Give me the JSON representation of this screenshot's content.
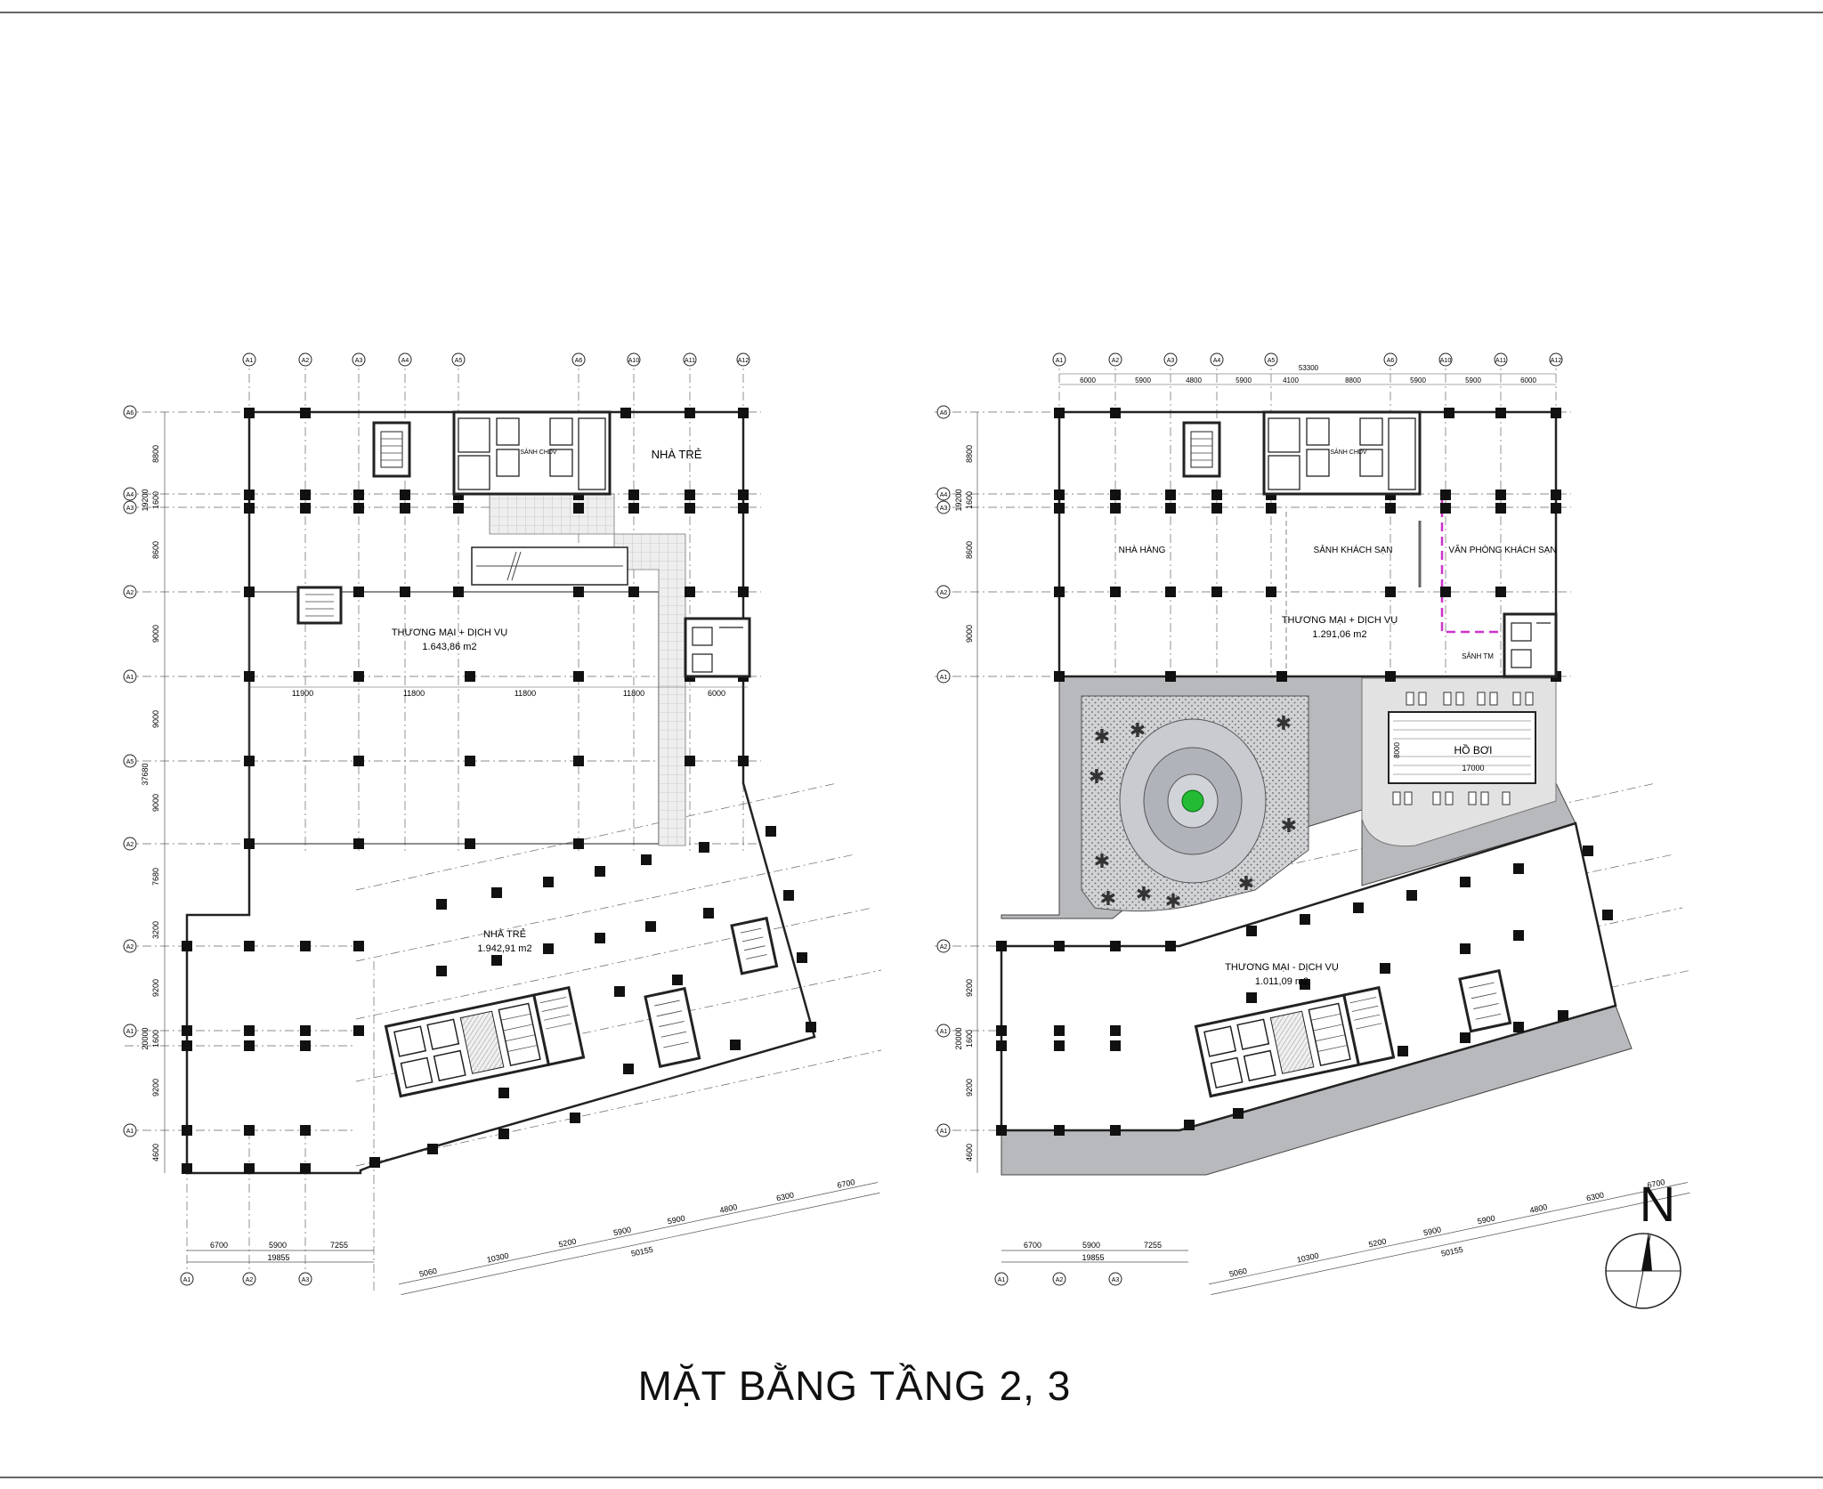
{
  "title": "MẶT BẰNG TẦNG 2, 3",
  "north_label": "N",
  "axis_labels": {
    "top": [
      "A1",
      "A2",
      "A3",
      "A4",
      "A5",
      "A6",
      "A10",
      "A11",
      "A12"
    ],
    "left": [
      "A6",
      "A4",
      "A3",
      "A2",
      "A1",
      "A5",
      "A2",
      "A2",
      "A1",
      "A1"
    ]
  },
  "left_plan": {
    "zones": {
      "top_right_room": "NHÀ TRẺ",
      "lobby": "SẢNH CHDV",
      "main_name": "THƯƠNG MẠI + DỊCH VỤ",
      "main_area": "1.643,86 m2",
      "lower_name": "NHÀ TRẺ",
      "lower_area": "1.942,91 m2"
    },
    "left_dims": [
      "8800",
      "1600",
      "19200",
      "8600",
      "9000",
      "9000",
      "37680",
      "9000",
      "7680",
      "3200",
      "9200",
      "1600",
      "20000",
      "9200",
      "4600"
    ],
    "bay_dims": [
      "11900",
      "11800",
      "11800",
      "11800",
      "6000"
    ],
    "bottom_dims": [
      "6700",
      "5900",
      "7255"
    ],
    "bottom_total": "19855",
    "diag_dims": [
      "5060",
      "10300",
      "5200",
      "5900",
      "5900",
      "4800",
      "6300",
      "6700"
    ],
    "diag_total": "50155"
  },
  "right_plan": {
    "overall_dim": "53300",
    "top_dims": [
      "6000",
      "5900",
      "4800",
      "5900",
      "4100",
      "8800",
      "5900",
      "5900",
      "6000"
    ],
    "zones": {
      "lobby": "SẢNH CHDV",
      "restaurant": "NHÀ HÀNG",
      "hotel_lobby": "SẢNH KHÁCH SẠN",
      "hotel_office": "VĂN PHÒNG KHÁCH SẠN",
      "main_name": "THƯƠNG MẠI + DỊCH VỤ",
      "main_area": "1.291,06 m2",
      "tm_lobby": "SẢNH TM",
      "pool": "HỒ BƠI",
      "pool_len": "17000",
      "pool_wid": "8000",
      "lower_name": "THƯƠNG MẠI - DỊCH VỤ",
      "lower_area": "1.011,09 m2"
    },
    "left_dims": [
      "8800",
      "1600",
      "19200",
      "8600",
      "9000",
      "9200",
      "1600",
      "20000",
      "9200",
      "4600"
    ],
    "bottom_dims": [
      "6700",
      "5900",
      "7255"
    ],
    "bottom_total": "19855",
    "diag_dims": [
      "5060",
      "10300",
      "5200",
      "5900",
      "5900",
      "4800",
      "6300",
      "6700"
    ],
    "diag_total": "50155"
  },
  "colors": {
    "line": "#222222",
    "paving": "#b7b9bc",
    "pool_deck": "#e2e2e2",
    "tree": "#22bb33",
    "magenta": "#cc33cc"
  }
}
